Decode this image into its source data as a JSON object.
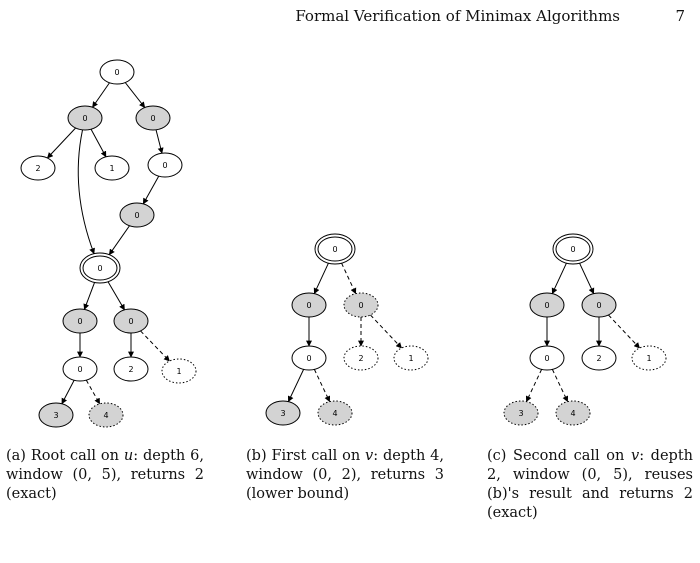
{
  "header": {
    "running_title": "Formal Verification of Minimax Algorithms",
    "page_number": "7"
  },
  "figure": {
    "panels": [
      {
        "id": "a",
        "nodes": [
          {
            "id": "r",
            "label": "0",
            "style": "plain"
          },
          {
            "id": "a1",
            "label": "0",
            "style": "shaded"
          },
          {
            "id": "a2",
            "label": "0",
            "style": "shaded"
          },
          {
            "id": "a3",
            "label": "2",
            "style": "plain"
          },
          {
            "id": "a4",
            "label": "1",
            "style": "plain"
          },
          {
            "id": "a5",
            "label": "0",
            "style": "plain"
          },
          {
            "id": "a6",
            "label": "0",
            "style": "shaded"
          },
          {
            "id": "u",
            "label": "0",
            "style": "double"
          },
          {
            "id": "b1",
            "label": "0",
            "style": "shaded"
          },
          {
            "id": "b2",
            "label": "0",
            "style": "shaded"
          },
          {
            "id": "b3",
            "label": "0",
            "style": "plain"
          },
          {
            "id": "b4",
            "label": "2",
            "style": "plain"
          },
          {
            "id": "b5",
            "label": "1",
            "style": "dotted"
          },
          {
            "id": "b6",
            "label": "3",
            "style": "shaded"
          },
          {
            "id": "b7",
            "label": "4",
            "style": "shaded-dotted"
          }
        ],
        "edges": [
          {
            "from": "r",
            "to": "a1",
            "style": "solid"
          },
          {
            "from": "r",
            "to": "a2",
            "style": "solid"
          },
          {
            "from": "a1",
            "to": "a3",
            "style": "solid"
          },
          {
            "from": "a1",
            "to": "a4",
            "style": "solid"
          },
          {
            "from": "a1",
            "to": "u",
            "style": "solid"
          },
          {
            "from": "a2",
            "to": "a5",
            "style": "solid"
          },
          {
            "from": "a5",
            "to": "a6",
            "style": "solid"
          },
          {
            "from": "a6",
            "to": "u",
            "style": "solid"
          },
          {
            "from": "u",
            "to": "b1",
            "style": "solid"
          },
          {
            "from": "u",
            "to": "b2",
            "style": "solid"
          },
          {
            "from": "b1",
            "to": "b3",
            "style": "solid"
          },
          {
            "from": "b2",
            "to": "b4",
            "style": "solid"
          },
          {
            "from": "b2",
            "to": "b5",
            "style": "dashed"
          },
          {
            "from": "b3",
            "to": "b6",
            "style": "solid"
          },
          {
            "from": "b3",
            "to": "b7",
            "style": "dashed"
          }
        ]
      },
      {
        "id": "b",
        "nodes": [
          {
            "id": "v",
            "label": "0",
            "style": "double"
          },
          {
            "id": "c1",
            "label": "0",
            "style": "shaded"
          },
          {
            "id": "c2",
            "label": "0",
            "style": "shaded-dotted"
          },
          {
            "id": "c3",
            "label": "0",
            "style": "plain"
          },
          {
            "id": "c4",
            "label": "2",
            "style": "dotted"
          },
          {
            "id": "c5",
            "label": "1",
            "style": "dotted"
          },
          {
            "id": "c6",
            "label": "3",
            "style": "shaded"
          },
          {
            "id": "c7",
            "label": "4",
            "style": "shaded-dotted"
          }
        ],
        "edges": [
          {
            "from": "v",
            "to": "c1",
            "style": "solid"
          },
          {
            "from": "v",
            "to": "c2",
            "style": "dashed"
          },
          {
            "from": "c1",
            "to": "c3",
            "style": "solid"
          },
          {
            "from": "c2",
            "to": "c4",
            "style": "dashed"
          },
          {
            "from": "c2",
            "to": "c5",
            "style": "dashed"
          },
          {
            "from": "c3",
            "to": "c6",
            "style": "solid"
          },
          {
            "from": "c3",
            "to": "c7",
            "style": "dashed"
          }
        ]
      },
      {
        "id": "c",
        "nodes": [
          {
            "id": "w",
            "label": "0",
            "style": "double"
          },
          {
            "id": "d1",
            "label": "0",
            "style": "shaded"
          },
          {
            "id": "d2",
            "label": "0",
            "style": "shaded"
          },
          {
            "id": "d3",
            "label": "0",
            "style": "plain"
          },
          {
            "id": "d4",
            "label": "2",
            "style": "plain"
          },
          {
            "id": "d5",
            "label": "1",
            "style": "dotted"
          },
          {
            "id": "d6",
            "label": "3",
            "style": "shaded-dotted"
          },
          {
            "id": "d7",
            "label": "4",
            "style": "shaded-dotted"
          }
        ],
        "edges": [
          {
            "from": "w",
            "to": "d1",
            "style": "solid"
          },
          {
            "from": "w",
            "to": "d2",
            "style": "solid"
          },
          {
            "from": "d1",
            "to": "d3",
            "style": "solid"
          },
          {
            "from": "d2",
            "to": "d4",
            "style": "solid"
          },
          {
            "from": "d2",
            "to": "d5",
            "style": "dashed"
          },
          {
            "from": "d3",
            "to": "d6",
            "style": "dashed"
          },
          {
            "from": "d3",
            "to": "d7",
            "style": "dashed"
          }
        ]
      }
    ]
  },
  "captions": {
    "a": {
      "prefix": "(a) Root call on ",
      "var": "u",
      "suffix": ": depth 6, window (0, 5), returns 2 (exact)"
    },
    "b": {
      "prefix": "(b) First call on ",
      "var": "v",
      "suffix": ": depth 4, window (0, 2), returns 3 (lower bound)"
    },
    "c": {
      "prefix": "(c) Second call on ",
      "var": "v",
      "suffix": ": depth 2, window (0, 5), reuses (b)'s result and returns 2 (exact)"
    }
  },
  "colors": {
    "shaded_fill": "#d3d3d3",
    "stroke": "#000000",
    "background": "#ffffff"
  }
}
